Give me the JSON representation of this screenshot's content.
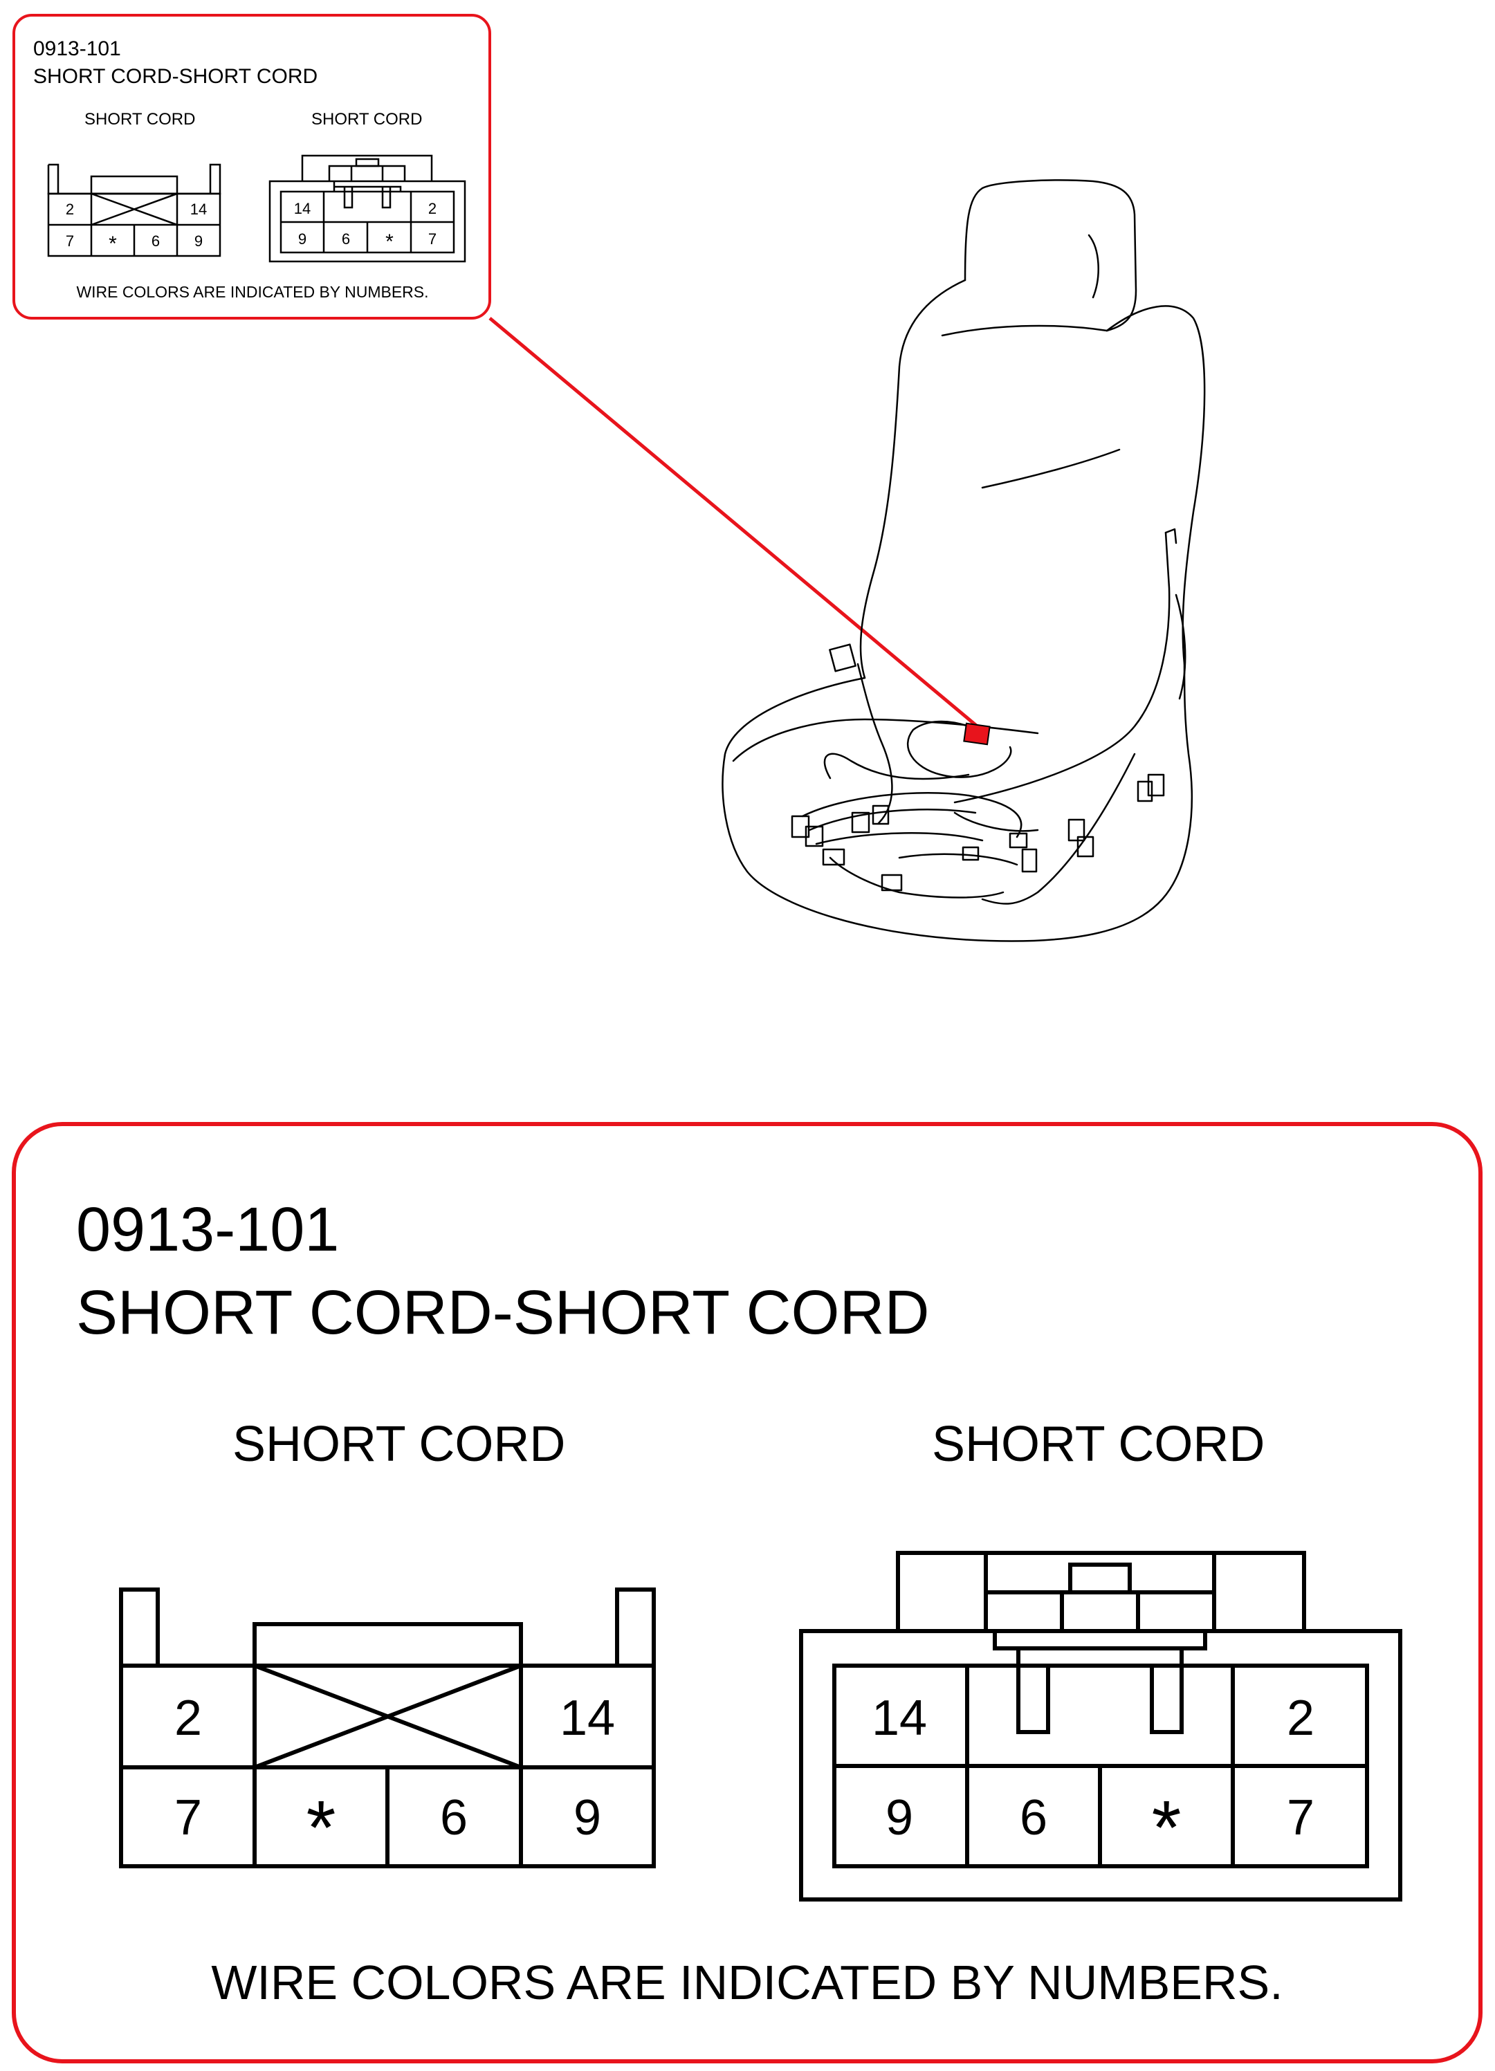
{
  "connector_id": "0913-101",
  "connector_title": "SHORT CORD-SHORT CORD",
  "left_connector": {
    "label": "SHORT CORD",
    "row1": [
      "2",
      "14"
    ],
    "row2": [
      "7",
      "*",
      "6",
      "9"
    ]
  },
  "right_connector": {
    "label": "SHORT CORD",
    "row1": [
      "14",
      "2"
    ],
    "row2": [
      "9",
      "6",
      "*",
      "7"
    ]
  },
  "note": "WIRE COLORS ARE INDICATED BY NUMBERS.",
  "colors": {
    "callout": "#e8141c",
    "highlight": "#e8141c",
    "line": "#000000"
  }
}
